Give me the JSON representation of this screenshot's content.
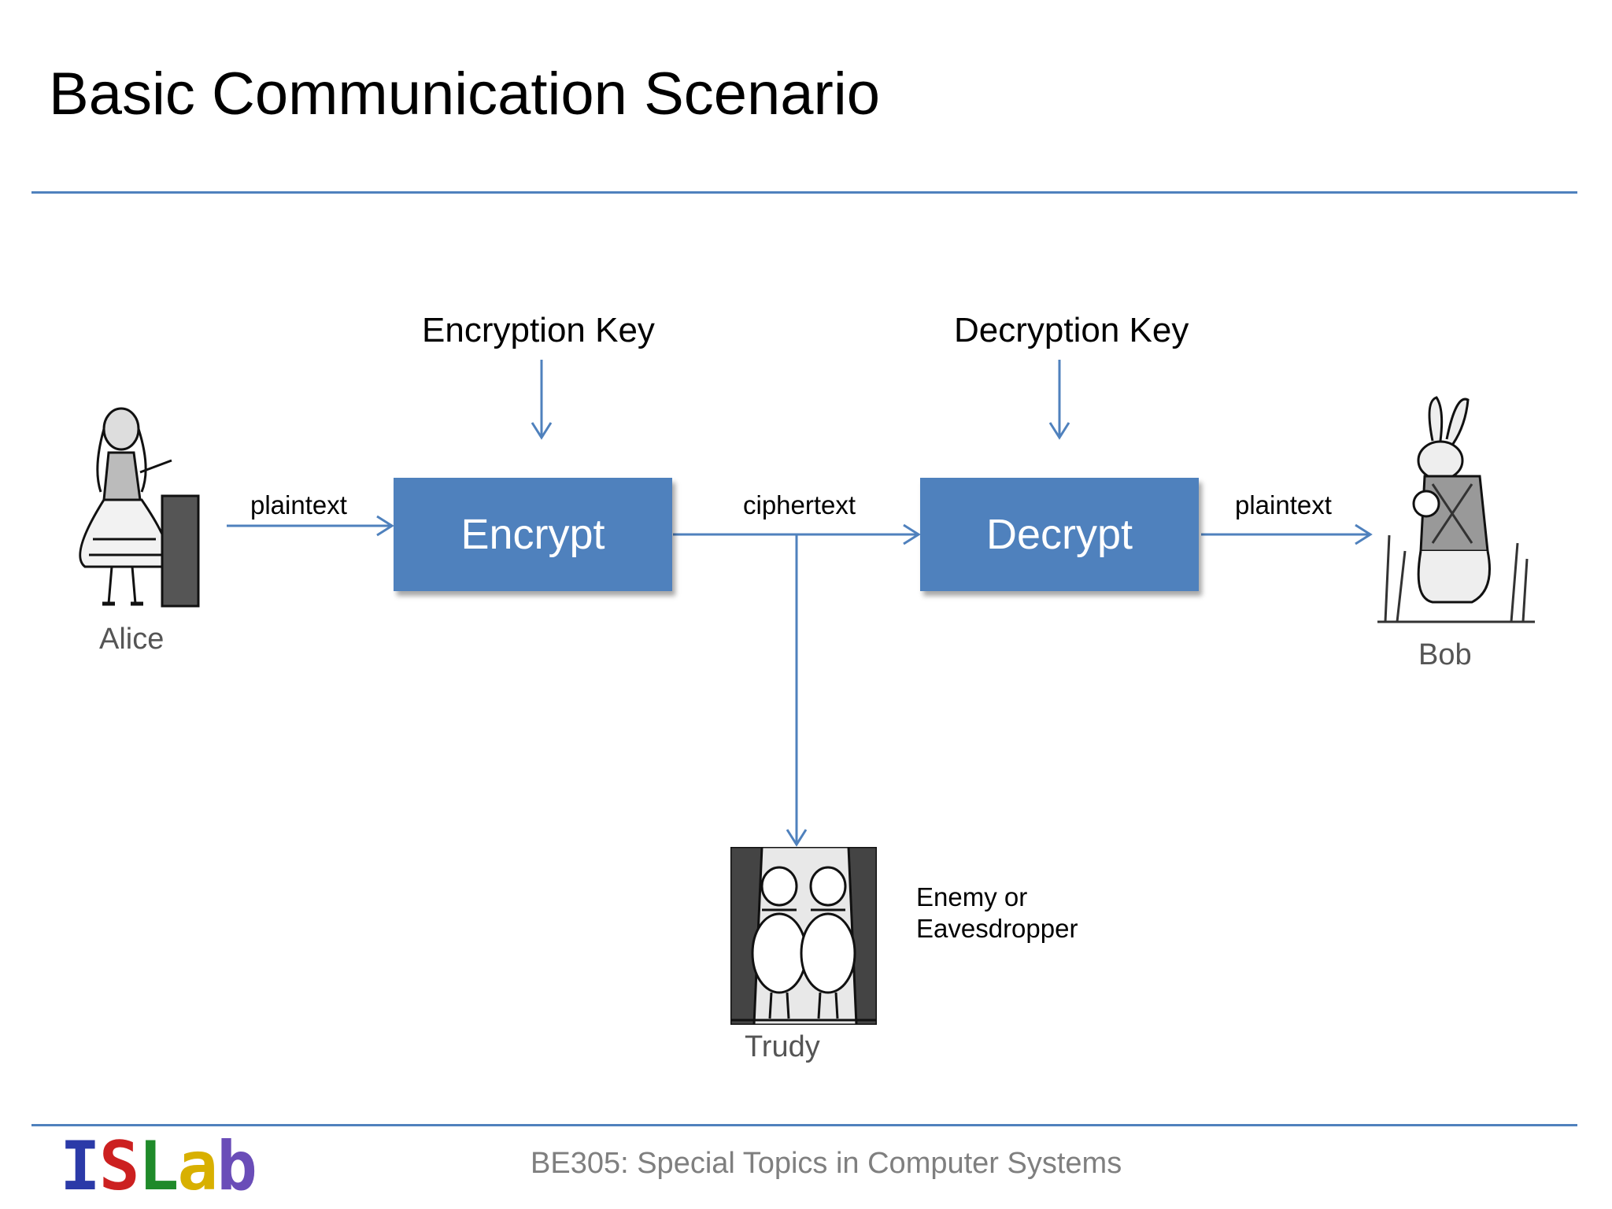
{
  "slide": {
    "title": "Basic Communication Scenario",
    "footer": "BE305: Special Topics in Computer Systems"
  },
  "logo": {
    "letters": [
      "I",
      "S",
      "L",
      "a",
      "b"
    ],
    "colors": [
      "#2b3aa8",
      "#cc2020",
      "#1f8a2a",
      "#d8b000",
      "#6a4db8"
    ]
  },
  "diagram": {
    "encryption_key": "Encryption Key",
    "decryption_key": "Decryption Key",
    "encrypt_box": "Encrypt",
    "decrypt_box": "Decrypt",
    "edge_plaintext_in": "plaintext",
    "edge_ciphertext": "ciphertext",
    "edge_plaintext_out": "plaintext",
    "alice_caption": "Alice",
    "bob_caption": "Bob",
    "trudy_caption": "Trudy",
    "trudy_note_line1": "Enemy or",
    "trudy_note_line2": "Eavesdropper",
    "accent_color": "#4f81bd"
  }
}
